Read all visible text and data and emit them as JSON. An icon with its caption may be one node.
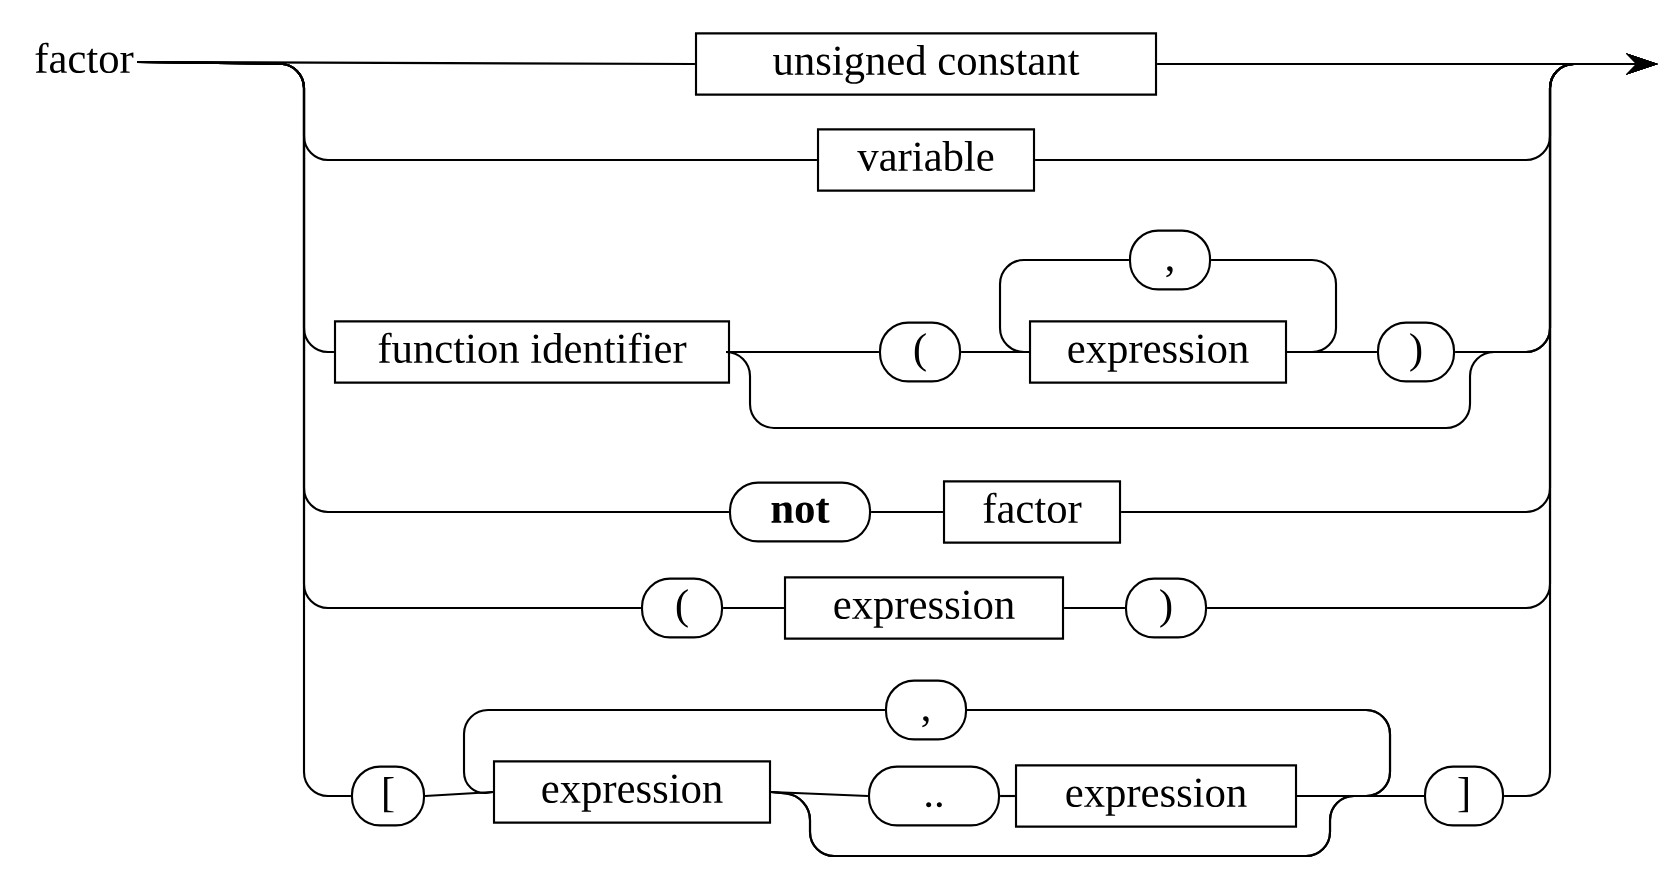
{
  "diagram": {
    "nodes": [
      {
        "text": [
          "factor"
        ]
      },
      {
        "text": [
          "unsigned constant"
        ]
      },
      {
        "text": [
          "variable"
        ]
      },
      {
        "text": [
          "function identifier"
        ]
      },
      {
        "text": [
          "("
        ]
      },
      {
        "text": [
          ","
        ]
      },
      {
        "text": [
          "expression"
        ]
      },
      {
        "text": [
          ")"
        ]
      },
      {
        "text": [
          "not"
        ]
      },
      {
        "text": [
          "factor"
        ]
      },
      {
        "text": [
          "("
        ]
      },
      {
        "text": [
          "expression"
        ]
      },
      {
        "text": [
          ")"
        ]
      },
      {
        "text": [
          "["
        ]
      },
      {
        "text": [
          ","
        ]
      },
      {
        "text": [
          "expression"
        ]
      },
      {
        "text": [
          ".."
        ]
      },
      {
        "text": [
          "expression"
        ]
      },
      {
        "text": [
          "]"
        ]
      }
    ],
    "edges": [
      {
        "from": 0,
        "to": 1,
        "arrow": "none"
      },
      {
        "from": 0,
        "to": 2,
        "arrow": "none"
      },
      {
        "from": 0,
        "to": 3,
        "arrow": "none"
      },
      {
        "from": 0,
        "to": 8,
        "arrow": "none"
      },
      {
        "from": 0,
        "to": 10,
        "arrow": "none"
      },
      {
        "from": 0,
        "to": 13,
        "arrow": "none"
      },
      {
        "from": 3,
        "to": 4,
        "arrow": "none"
      },
      {
        "from": 4,
        "to": 6,
        "arrow": "none"
      },
      {
        "from": 6,
        "to": 5,
        "arrow": "none"
      },
      {
        "from": 5,
        "to": 6,
        "arrow": "none"
      },
      {
        "from": 6,
        "to": 7,
        "arrow": "none"
      },
      {
        "from": 8,
        "to": 9,
        "arrow": "none"
      },
      {
        "from": 10,
        "to": 11,
        "arrow": "none"
      },
      {
        "from": 11,
        "to": 12,
        "arrow": "none"
      },
      {
        "from": 13,
        "to": 15,
        "arrow": "none"
      },
      {
        "from": 15,
        "to": 16,
        "arrow": "none"
      },
      {
        "from": 16,
        "to": 17,
        "arrow": "none"
      },
      {
        "from": 17,
        "to": 14,
        "arrow": "none"
      },
      {
        "from": 15,
        "to": 14,
        "arrow": "none"
      },
      {
        "from": 14,
        "to": 15,
        "arrow": "none"
      },
      {
        "from": 17,
        "to": 18,
        "arrow": "none"
      },
      {
        "from": 15,
        "to": 18,
        "arrow": "none"
      },
      {
        "from": 1,
        "to": null,
        "arrow": "to"
      },
      {
        "from": 2,
        "to": null,
        "arrow": "to"
      },
      {
        "from": 7,
        "to": null,
        "arrow": "to"
      },
      {
        "from": 3,
        "to": null,
        "arrow": "to"
      },
      {
        "from": 9,
        "to": null,
        "arrow": "to"
      },
      {
        "from": 12,
        "to": null,
        "arrow": "to"
      },
      {
        "from": 18,
        "to": null,
        "arrow": "to"
      }
    ]
  }
}
